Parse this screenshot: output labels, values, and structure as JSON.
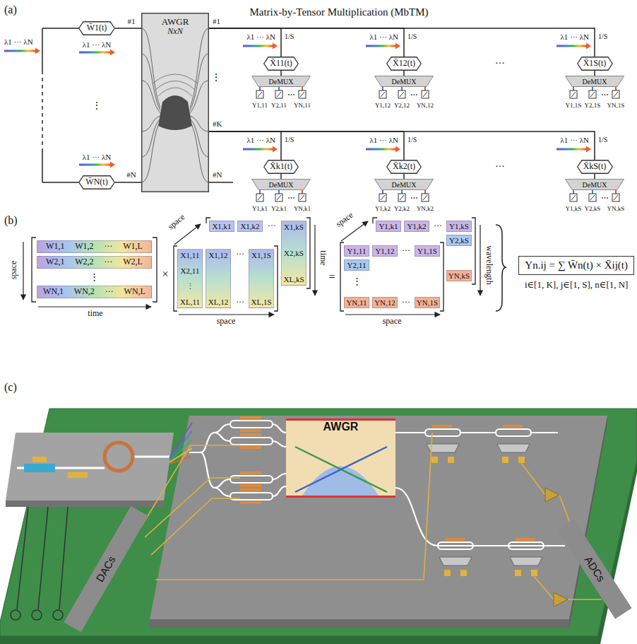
{
  "diagram": {
    "title": "Matrix-by-Tensor Multiplication (MbTM)",
    "nodes": [
      {
        "text": [
          "W̄1(t)"
        ]
      },
      {
        "text": [
          "W̄N(t)"
        ]
      },
      {
        "text": [
          "AWGR",
          "NxN"
        ]
      },
      {
        "text": [
          "X̄11(t)"
        ]
      },
      {
        "text": [
          "DeMUX"
        ]
      },
      {
        "text": [
          "X̄12(t)"
        ]
      },
      {
        "text": [
          "DeMUX"
        ]
      },
      {
        "text": [
          "X̄1S(t)"
        ]
      },
      {
        "text": [
          "DeMUX"
        ]
      },
      {
        "text": [
          "X̄k1(t)"
        ]
      },
      {
        "text": [
          "DeMUX"
        ]
      },
      {
        "text": [
          "X̄k2(t)"
        ]
      },
      {
        "text": [
          "DeMUX"
        ]
      },
      {
        "text": [
          "X̄kS(t)"
        ]
      },
      {
        "text": [
          "DeMUX"
        ]
      },
      {
        "text": [
          "W1,1 W1,2 ··· W1,L"
        ]
      },
      {
        "text": [
          "W2,1 W2,2 ··· W2,L"
        ]
      },
      {
        "text": [
          "WN,1 WN,2 ··· WN,L"
        ]
      },
      {
        "text": [
          "X1,k1"
        ]
      },
      {
        "text": [
          "X1,k2"
        ]
      },
      {
        "text": [
          "X1,kS",
          "X2,kS",
          "XL,kS"
        ]
      },
      {
        "text": [
          "X1,11",
          "X2,11",
          "⋮",
          "XL,11"
        ]
      },
      {
        "text": [
          "X1,12",
          "XL,12"
        ]
      },
      {
        "text": [
          "X1,1S",
          "XL,1S"
        ]
      },
      {
        "text": [
          "Y1,k1"
        ]
      },
      {
        "text": [
          "Y1,k2"
        ]
      },
      {
        "text": [
          "Y1,kS"
        ]
      },
      {
        "text": [
          "Y2,kS"
        ]
      },
      {
        "text": [
          "YN,kS"
        ]
      },
      {
        "text": [
          "Y1,11"
        ]
      },
      {
        "text": [
          "Y1,12"
        ]
      },
      {
        "text": [
          "Y1,1S"
        ]
      },
      {
        "text": [
          "Y2,11"
        ]
      },
      {
        "text": [
          "YN,11"
        ]
      },
      {
        "text": [
          "YN,12"
        ]
      },
      {
        "text": [
          "YN,1S"
        ]
      },
      {
        "text": [
          "Yn.ij = ∑ W̄n(t) × X̄ij(t)",
          "i∈[1, K], j∈[1, S], n∈[1, N]"
        ]
      },
      {
        "text": [
          "AWGR"
        ]
      },
      {
        "text": [
          "DACs"
        ]
      },
      {
        "text": [
          "ADCs"
        ]
      }
    ],
    "edges": [
      {
        "from": 0,
        "to": 2,
        "arrow": "none"
      },
      {
        "from": 1,
        "to": 2,
        "arrow": "none"
      },
      {
        "from": 2,
        "to": 3,
        "arrow": "none"
      },
      {
        "from": 2,
        "to": 5,
        "arrow": "none"
      },
      {
        "from": 2,
        "to": 7,
        "arrow": "none"
      },
      {
        "from": 2,
        "to": 9,
        "arrow": "none"
      },
      {
        "from": 2,
        "to": 11,
        "arrow": "none"
      },
      {
        "from": 2,
        "to": 13,
        "arrow": "none"
      },
      {
        "from": 3,
        "to": 4,
        "arrow": "none"
      },
      {
        "from": 5,
        "to": 6,
        "arrow": "none"
      },
      {
        "from": 7,
        "to": 8,
        "arrow": "none"
      },
      {
        "from": 9,
        "to": 10,
        "arrow": "none"
      },
      {
        "from": 11,
        "to": 12,
        "arrow": "none"
      },
      {
        "from": 13,
        "to": 14,
        "arrow": "none"
      }
    ],
    "labels": [
      "(a)",
      "λ1 ··· λN",
      "λ1 ··· λN",
      "⋮",
      "λ1 ··· λN",
      "#1",
      "#N",
      "#1",
      "⋮",
      "#K",
      "#N",
      "λ1 ··· λN",
      "1/S",
      "Y1,11",
      "Y2,11",
      "YN,11",
      "λ1 ··· λN",
      "1/S",
      "Y1,12",
      "Y2,12",
      "YN,12",
      "λ1 ··· λN",
      "1/S",
      "Y1,1S",
      "Y2,1S",
      "YN,1S",
      "···",
      "λ1 ··· λN",
      "1/S",
      "Y1,k1",
      "Y2,k1",
      "YN,k1",
      "λ1 ··· λN",
      "1/S",
      "Y1,k2",
      "Y2,k2",
      "YN,k2",
      "λ1 ··· λN",
      "1/S",
      "Y1,kS",
      "Y2,kS",
      "YN,kS",
      "···",
      "(b)",
      "space",
      "time",
      "⋮",
      "×",
      "space",
      "time",
      "space",
      "···",
      "···",
      "···",
      "=",
      "space",
      "wavelength",
      "space",
      "···",
      "⋮",
      "···",
      "···",
      "(c)"
    ]
  }
}
